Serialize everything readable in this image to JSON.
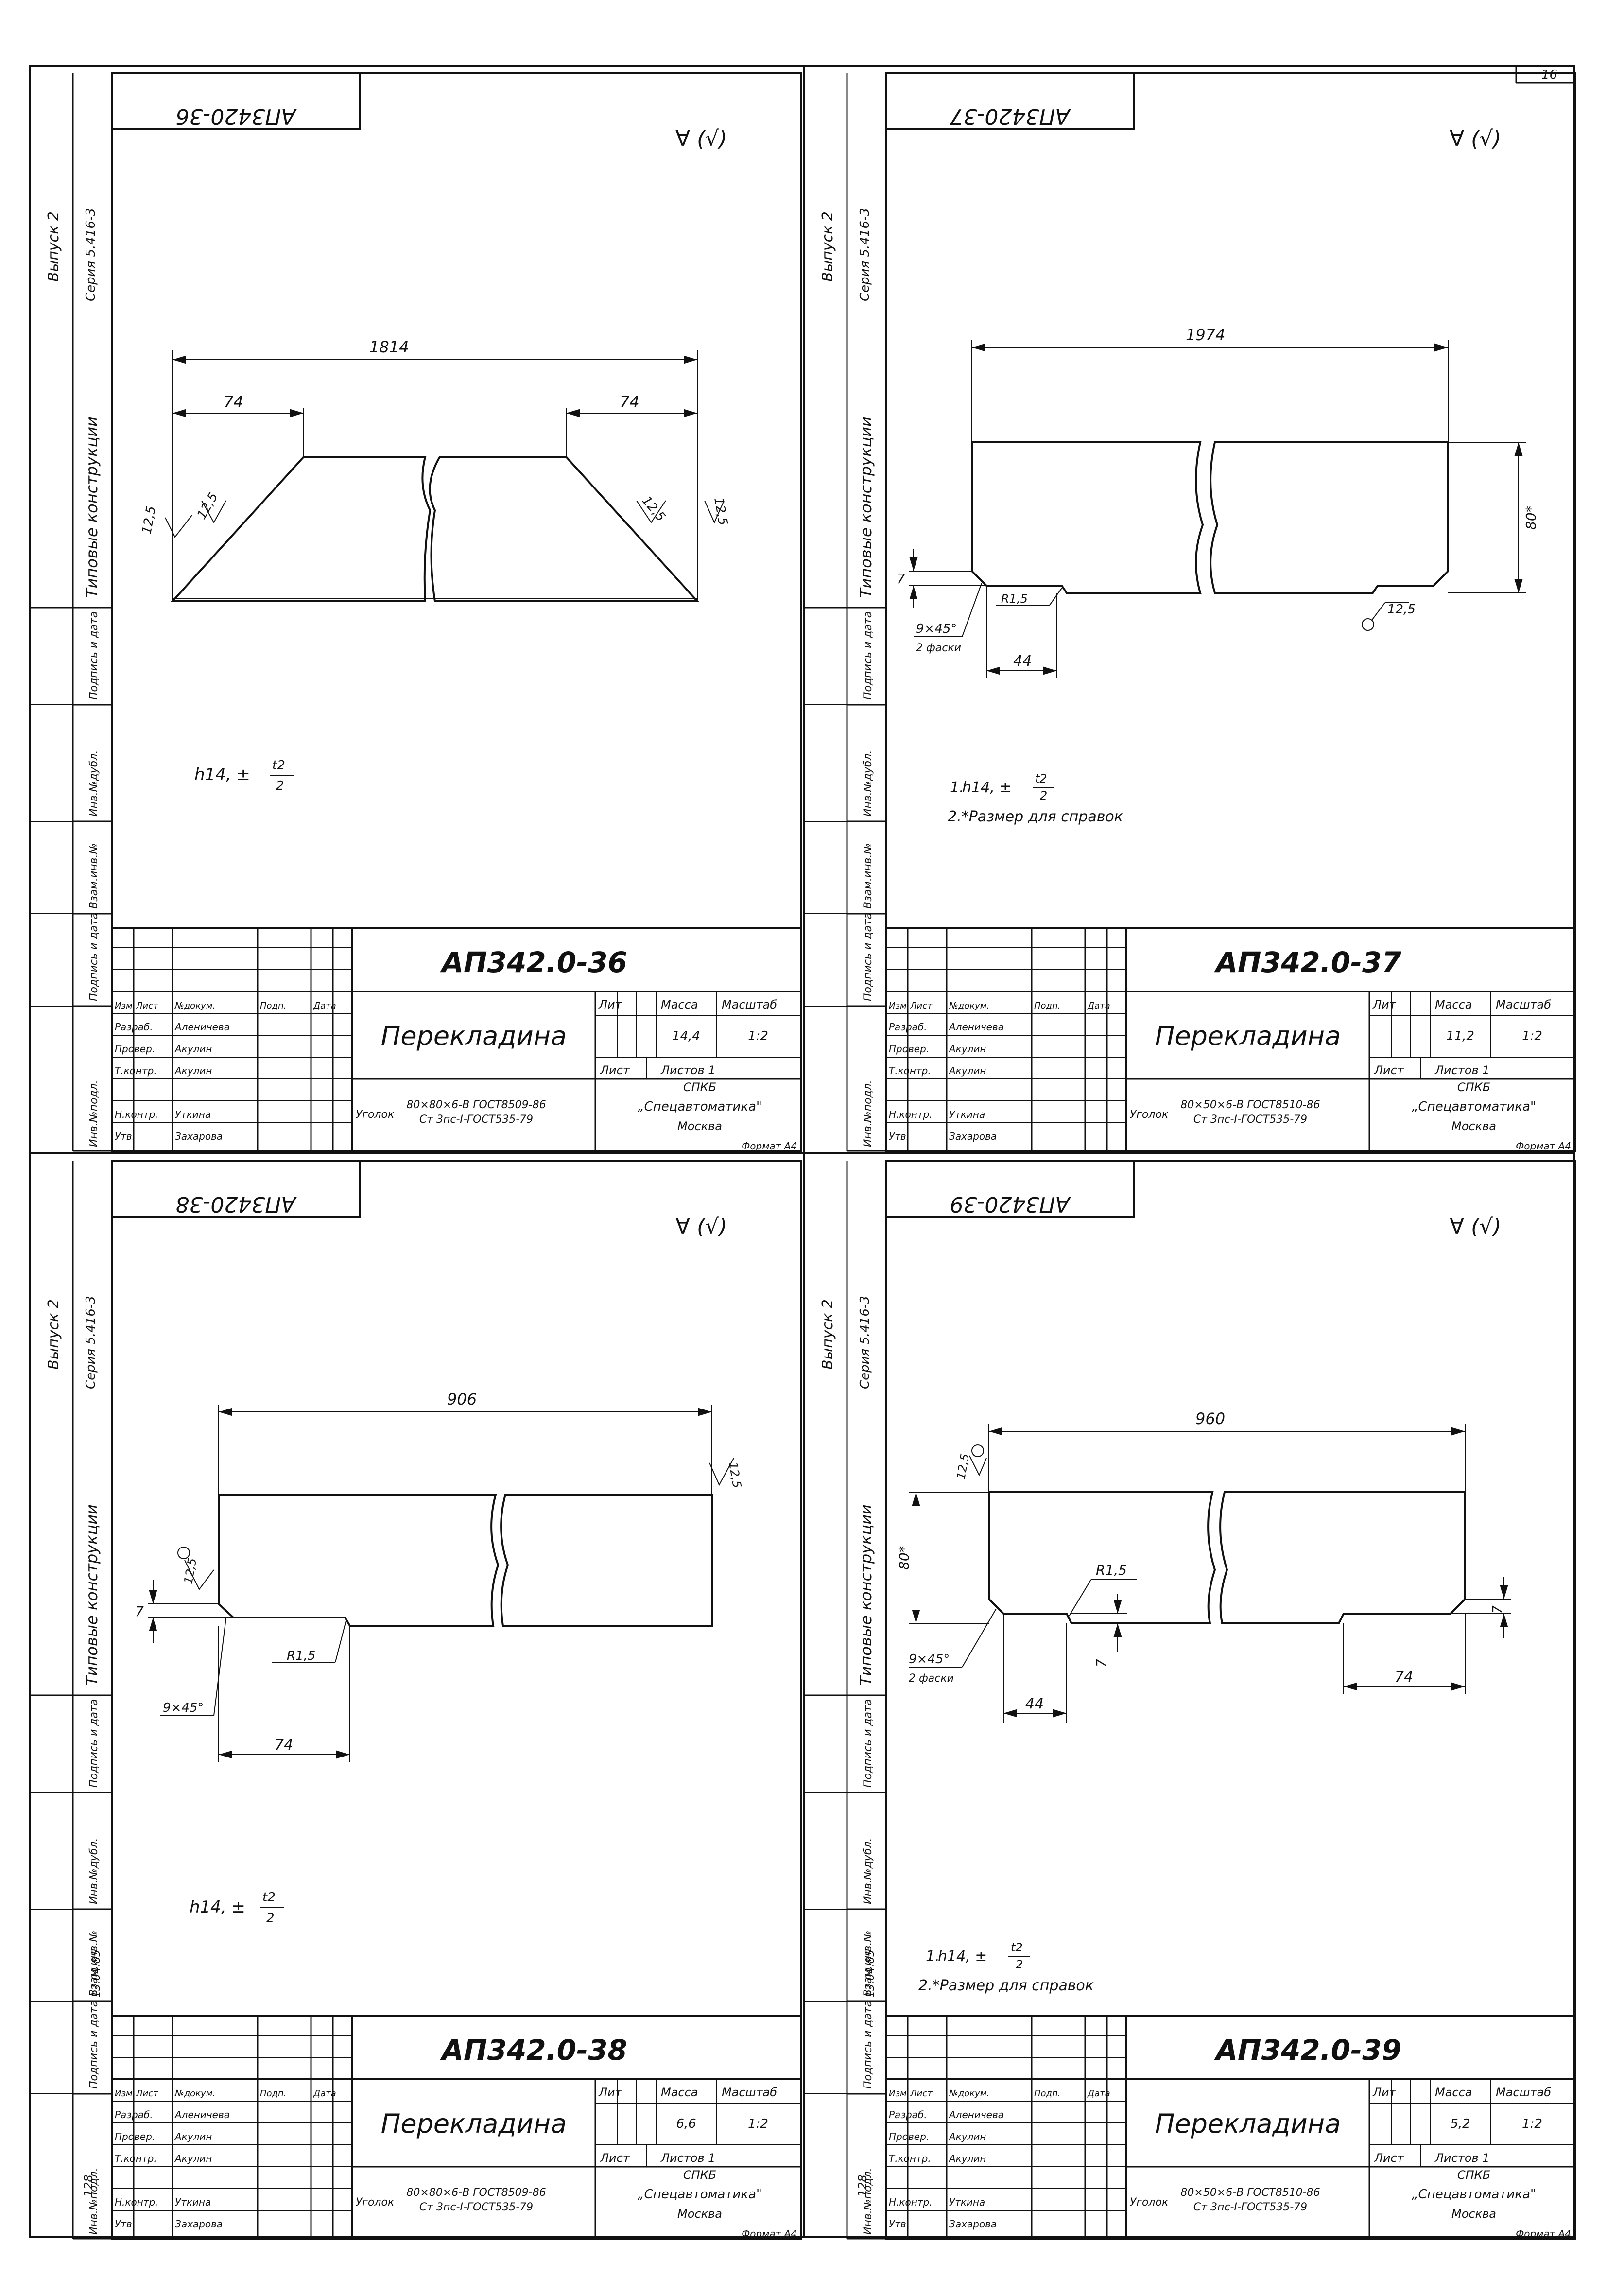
{
  "page_number": "16",
  "common": {
    "side_issue": "Выпуск 2",
    "side_series": "Серия 5.416-3",
    "side_typical": "Типовые конструкции",
    "side_cols": [
      "Подпись и дата",
      "Инв.№дубл.",
      "Взам.инв.№",
      "Подпись и дата",
      "Инв.№подл."
    ],
    "roughness": "∀ (√)",
    "th_izm": "Изм",
    "th_list": "Лист",
    "th_ndok": "№докум.",
    "th_podp": "Подп.",
    "th_data": "Дата",
    "r_razrab": "Разраб.",
    "n_razrab": "Аленичева",
    "r_prover": "Провер.",
    "n_prover": "Акулин",
    "r_tkontr": "Т.контр.",
    "n_tkontr": "Акулин",
    "r_nkontr": "Н.контр.",
    "n_nkontr": "Уткина",
    "r_utv": "Утв.",
    "n_utv": "Захарова",
    "h_lit": "Лит",
    "h_massa": "Масса",
    "h_masshtab": "Масштаб",
    "h_list": "Лист",
    "h_listov": "Листов 1",
    "scale": "1:2",
    "org1": "СПКБ",
    "org2": "„Спецавтоматика\"",
    "org3": "Москва",
    "format": "Формат А4",
    "title": "Перекладина",
    "material_prefix": "Уголок",
    "material_grade": "Ст 3пс-I-ГОСТ535-79",
    "tol_base": "h14, ±",
    "tol_frac_num": "t2",
    "tol_frac_den": "2",
    "note2": "2.*Размер для справок",
    "chamfer": "9×45°",
    "chamfer_count": "2 фаски"
  },
  "sheets": [
    {
      "code": "АП3420-36",
      "designation": "АП342.0-36",
      "mass": "14,4",
      "material_size": "80×80×6-В ГОСТ8509-86",
      "dim_length": "1814",
      "dim_left": "74",
      "dim_right": "74",
      "dim_h": "12,5",
      "dim_b": "12,5",
      "tol_prefix": ""
    },
    {
      "code": "АП3420-37",
      "designation": "АП342.0-37",
      "mass": "11,2",
      "material_size": "80×50×6-В ГОСТ8510-86",
      "dim_length": "1974",
      "dim_width": "80*",
      "dim_7": "7",
      "dim_r": "R1,5",
      "dim_44": "44",
      "dim_125": "12,5",
      "tol_prefix": "1."
    },
    {
      "code": "АП3420-38",
      "designation": "АП342.0-38",
      "mass": "6,6",
      "material_size": "80×80×6-В ГОСТ8509-86",
      "dim_length": "906",
      "dim_7": "7",
      "dim_r": "R1,5",
      "dim_74": "74",
      "dim_125": "12,5",
      "dim_125b": "12,5",
      "tol_prefix": ""
    },
    {
      "code": "АП3420-39",
      "designation": "АП342.0-39",
      "mass": "5,2",
      "material_size": "80×50×6-В ГОСТ8510-86",
      "dim_length": "960",
      "dim_width": "80*",
      "dim_7": "7",
      "dim_7b": "7",
      "dim_r": "R1,5",
      "dim_44": "44",
      "dim_74": "74",
      "dim_125": "12,5",
      "tol_prefix": "1."
    }
  ],
  "stamp_date": "13.04.85",
  "inv_no": "128"
}
